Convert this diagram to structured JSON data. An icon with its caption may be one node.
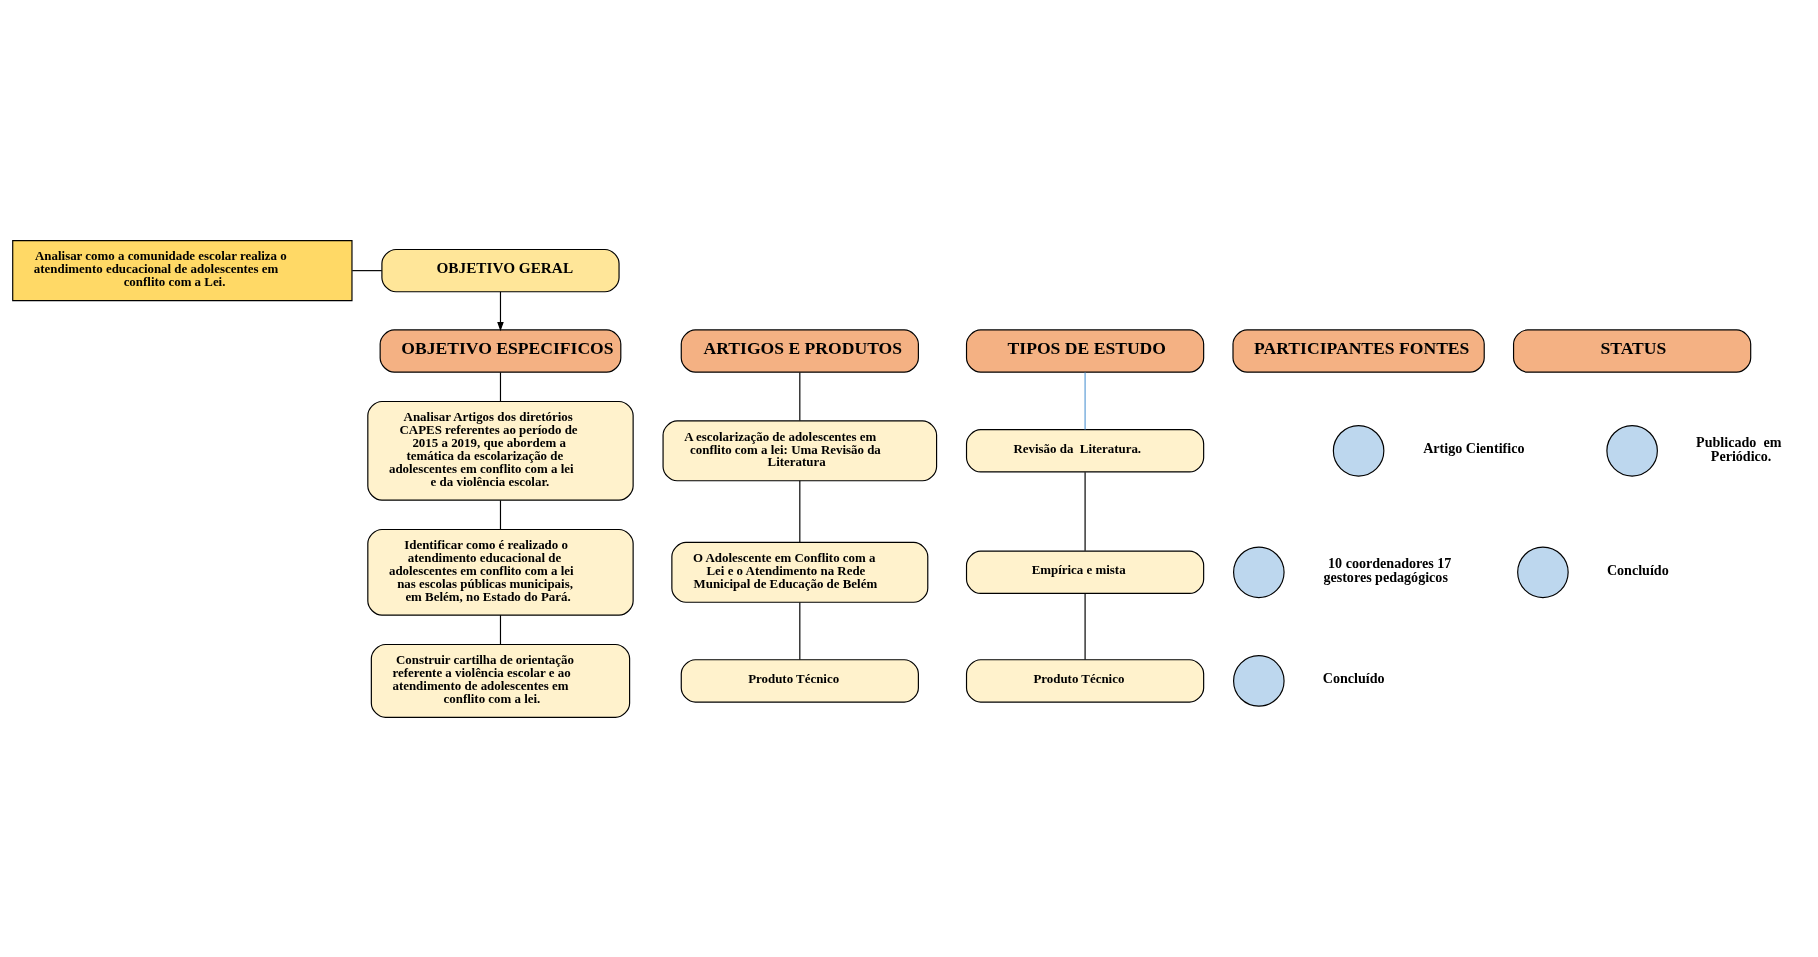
{
  "diagram": {
    "nodes": [
      {
        "text": [
          "Analisar como a comunidade escolar realiza o atendimento educacional de adolescentes em conflito com a Lei."
        ]
      },
      {
        "text": [
          "OBJETIVO GERAL"
        ]
      },
      {
        "text": [
          "OBJETIVO ESPECIFICOS"
        ]
      },
      {
        "text": [
          "ARTIGOS E PRODUTOS"
        ]
      },
      {
        "text": [
          "TIPOS DE ESTUDO"
        ]
      },
      {
        "text": [
          "PARTICIPANTES FONTES"
        ]
      },
      {
        "text": [
          "STATUS"
        ]
      },
      {
        "text": [
          "Analisar Artigos dos diretórios CAPES referentes ao período de 2015 a 2019, que abordem a temática da escolarização de adolescentes em conflito com a lei e da violência escolar."
        ]
      },
      {
        "text": [
          "Identificar como é realizado o atendimento educacional de adolescentes em conflito com a lei nas escolas públicas municipais, em Belém, no Estado do Pará."
        ]
      },
      {
        "text": [
          "Construir cartilha de orientação referente a violência escolar e ao atendimento de adolescentes em conflito com a lei."
        ]
      },
      {
        "text": [
          "A escolarização de adolescentes em conflito com a lei: Uma Revisão da Literatura"
        ]
      },
      {
        "text": [
          "O Adolescente em Conflito com a Lei e o Atendimento na Rede Municipal de Educação de Belém"
        ]
      },
      {
        "text": [
          "Produto Técnico"
        ]
      },
      {
        "text": [
          "Revisão da  Literatura."
        ]
      },
      {
        "text": [
          "Empírica e mista"
        ]
      },
      {
        "text": [
          "Produto Técnico"
        ]
      },
      {
        "text": [],
        "shape": "circle",
        "beside": [
          "Artigo Cientifico"
        ]
      },
      {
        "text": [],
        "shape": "circle",
        "beside": [
          "10 coordenadores 17 gestores pedagógicos"
        ]
      },
      {
        "text": [],
        "shape": "circle",
        "beside": [
          "Publicado  em Periódico."
        ]
      },
      {
        "text": [],
        "shape": "circle",
        "beside": [
          "Concluído"
        ]
      },
      {
        "text": [],
        "shape": "circle",
        "beside": [
          "Concluído"
        ]
      }
    ],
    "edges": [
      {
        "from": 0,
        "to": 1,
        "arrow": "none"
      },
      {
        "from": 1,
        "to": 2,
        "arrow": "to"
      },
      {
        "from": 2,
        "to": 7,
        "arrow": "none"
      },
      {
        "from": 7,
        "to": 8,
        "arrow": "none"
      },
      {
        "from": 8,
        "to": 9,
        "arrow": "none"
      },
      {
        "from": 3,
        "to": 10,
        "arrow": "none"
      },
      {
        "from": 10,
        "to": 11,
        "arrow": "none"
      },
      {
        "from": 11,
        "to": 12,
        "arrow": "none"
      },
      {
        "from": 4,
        "to": 13,
        "arrow": "none",
        "color": "#5b9bd5"
      },
      {
        "from": 13,
        "to": 14,
        "arrow": "none"
      },
      {
        "from": 14,
        "to": 15,
        "arrow": "none"
      }
    ]
  }
}
